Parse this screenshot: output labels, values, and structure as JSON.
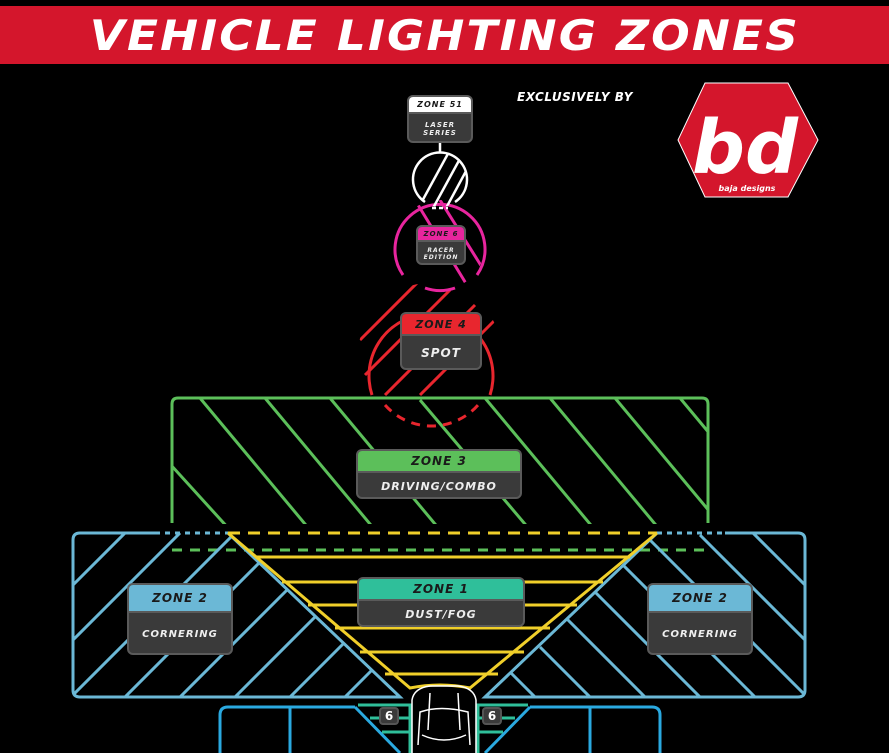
{
  "header": {
    "title": "VEHICLE LIGHTING ZONES"
  },
  "branding": {
    "exclusive_text": "EXCLUSIVELY BY",
    "logo_letters": "bd",
    "logo_caption": "baja designs"
  },
  "colors": {
    "banner": "#d4162c",
    "zone51": "#ffffff",
    "zone6": "#e8259e",
    "zone4": "#e8262e",
    "zone3": "#5cbf5a",
    "zone2": "#6bb8d6",
    "zone1": "#f0cf2a",
    "zone1_header": "#2fbf9a",
    "rock": "#2aa9e0",
    "teal": "#2fbf9a"
  },
  "zones": [
    {
      "id": "zone51",
      "name": "ZONE 51",
      "desc_line1": "LASER",
      "desc_line2": "SERIES"
    },
    {
      "id": "zone6",
      "name": "ZONE 6",
      "desc_line1": "RACER",
      "desc_line2": "EDITION"
    },
    {
      "id": "zone4",
      "name": "ZONE 4",
      "desc": "SPOT"
    },
    {
      "id": "zone3",
      "name": "ZONE 3",
      "desc": "DRIVING/COMBO"
    },
    {
      "id": "zone1",
      "name": "ZONE 1",
      "desc": "DUST/FOG"
    },
    {
      "id": "zone2_left",
      "name": "ZONE 2",
      "desc": "CORNERING"
    },
    {
      "id": "zone2_right",
      "name": "ZONE 2",
      "desc": "CORNERING"
    }
  ],
  "side_badges": [
    {
      "label": "6"
    },
    {
      "label": "6"
    }
  ]
}
